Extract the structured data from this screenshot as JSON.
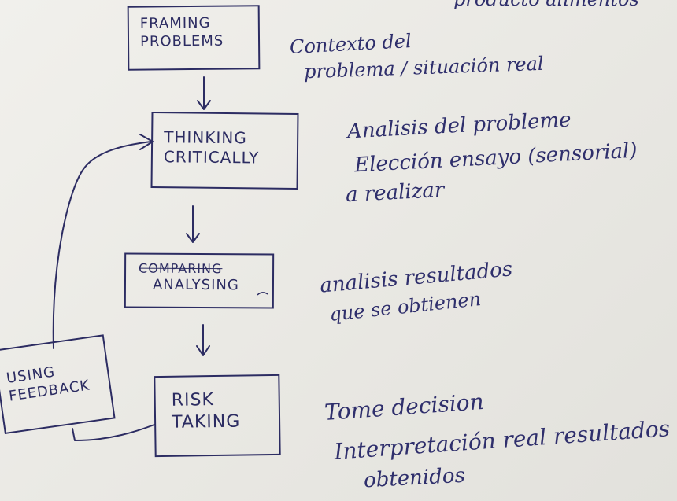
{
  "boxes": {
    "framing": {
      "line1": "FRAMING",
      "line2": "PROBLEMS"
    },
    "thinking": {
      "line1": "THINKING",
      "line2": "CRITICALLY"
    },
    "analysing": {
      "struck": "COMPARING",
      "line2": "ANALYSING"
    },
    "risk": {
      "line1": "RISK",
      "line2": "TAKING"
    },
    "feedback": {
      "line1": "USING",
      "line2": "FEEDBACK"
    }
  },
  "notes": {
    "top_partial": "producto alimentos",
    "framing_1": "Contexto del",
    "framing_2": "problema / situación real",
    "thinking_1": "Analisis del probleme",
    "thinking_2": "Elección ensayo (sensorial)",
    "thinking_3": "a realizar",
    "analysing_1": "analisis resultados",
    "analysing_2": "que se obtienen",
    "risk_1": "Tome decision",
    "risk_2": "Interpretación real resultados",
    "risk_3": "obtenidos"
  },
  "colors": {
    "ink": "#2c2c62",
    "paper": "#eeede8"
  }
}
